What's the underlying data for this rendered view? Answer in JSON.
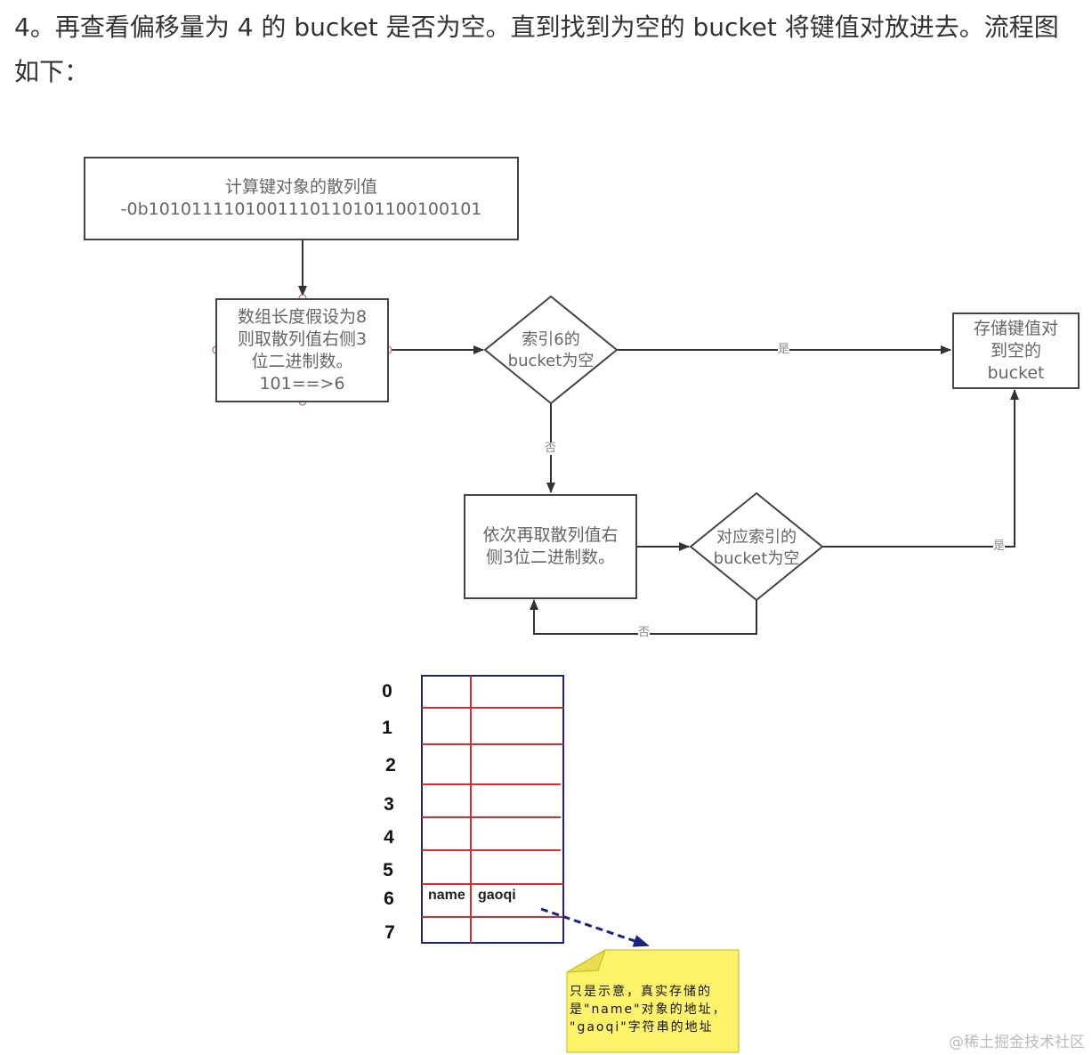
{
  "heading": "4。再查看偏移量为 4 的 bucket 是否为空。直到找到为空的 bucket 将键值对放进去。流程图如下：",
  "flowchart": {
    "hash_box": "计算键对象的散列值\n-0b10101111010011101101011001001​01",
    "index_box": "数组长度假设为8\n则取散列值右侧3\n位二进制数。\n101==>6",
    "decision1": "索引6的\nbucket为空",
    "store_box": "存储键值对\n到空的\nbucket",
    "retry_box": "依次再取散列值右\n侧3位二进制数。",
    "decision2": "对应索引的\nbucket为空",
    "yes_label_1": "是",
    "no_label_1": "否",
    "yes_label_2": "是",
    "no_label_2": "否"
  },
  "table": {
    "rows": [
      "0",
      "1",
      "2",
      "3",
      "4",
      "5",
      "6",
      "7"
    ],
    "entry_key": "name",
    "entry_value": "gaoqi"
  },
  "note": "只是示意，真实存储的\n是\"name\"对象的地址，\n\"gaoqi\"字符串的地址",
  "watermark": "@稀土掘金技术社区",
  "colors": {
    "line": "#333333",
    "table_border": "#1a237e",
    "table_grid": "#d32f2f",
    "note_fill": "#fdf36b",
    "pointer_arrow": "#1a237e"
  }
}
